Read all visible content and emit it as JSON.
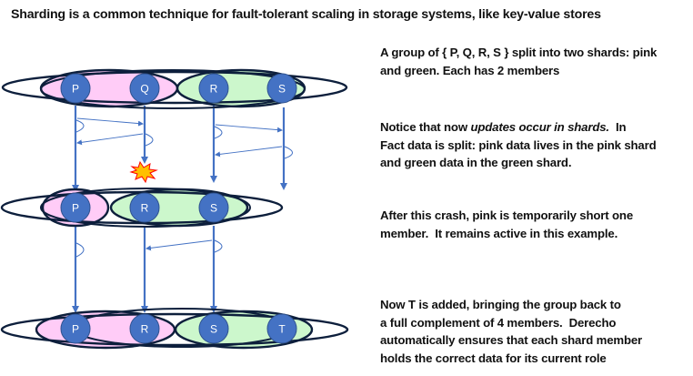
{
  "title": "Sharding is a common technique for fault-tolerant scaling in storage systems, like key-value stores",
  "colors": {
    "pink_shard": "#ffccf7",
    "green_shard": "#ccf7cc",
    "node_fill": "#4472c4",
    "node_stroke": "#2f528f",
    "ellipse_stroke": "#0d1f3c",
    "timeline": "#4472c4",
    "crash_fill": "#ffc000",
    "crash_stroke": "#ff0000"
  },
  "rows": [
    {
      "name": "initial-view",
      "pink_members": [
        "P",
        "Q"
      ],
      "green_members": [
        "R",
        "S"
      ]
    },
    {
      "name": "after-crash-view",
      "pink_members": [
        "P"
      ],
      "green_members": [
        "R",
        "S"
      ]
    },
    {
      "name": "after-join-view",
      "pink_members": [
        "P",
        "R"
      ],
      "green_members": [
        "S",
        "T"
      ]
    }
  ],
  "events": {
    "crash_node": "Q",
    "crash_icon": "explosion-icon"
  },
  "notes": [
    {
      "lines": [
        "A group of { P, Q, R, S } split into two shards: pink",
        "and green.  Each has 2 members"
      ]
    },
    {
      "line1_prefix": "Notice that now ",
      "line1_italic": "updates occur in shards.",
      "line1_suffix": "  In",
      "lines": [
        "Fact data is split: pink data lives in the pink shard",
        "and green data in the green shard."
      ]
    },
    {
      "lines": [
        "After this crash, pink is temporarily short one",
        "member.  It remains active in this example."
      ]
    },
    {
      "lines": [
        "Now T is added, bringing the group back to",
        "a full complement of 4 members.  Derecho",
        "automatically ensures that each shard member",
        "holds the correct data for its current role"
      ]
    }
  ]
}
